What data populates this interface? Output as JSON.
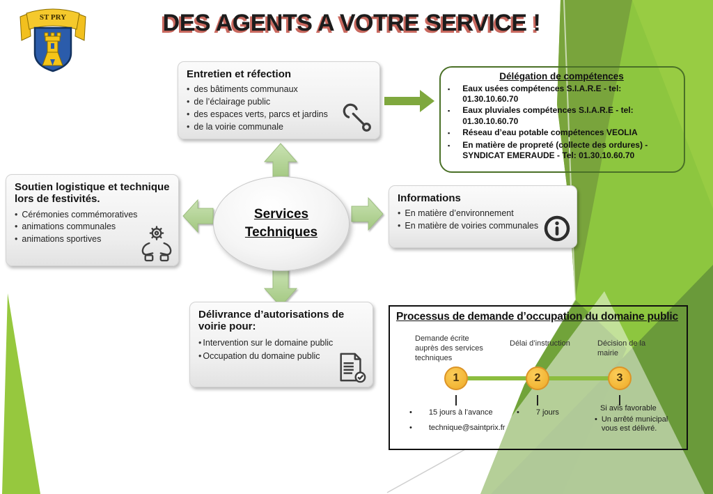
{
  "slide": {
    "title": "DES AGENTS A VOTRE SERVICE !"
  },
  "logo": {
    "banner_text": "ST PRY"
  },
  "hub": {
    "line1": "Services",
    "line2": "Techniques"
  },
  "boxes": {
    "entretien": {
      "title": "Entretien et réfection",
      "icon": "wrench-icon",
      "items": [
        "des bâtiments communaux",
        "de l’éclairage public",
        "des espaces verts, parcs et jardins",
        "de la voirie communale"
      ]
    },
    "soutien": {
      "title": "Soutien logistique et technique lors de festivités.",
      "icon": "hands-gear-icon",
      "items": [
        "Cérémonies commémoratives",
        "animations communales",
        "animations sportives"
      ]
    },
    "informations": {
      "title": "Informations",
      "icon": "info-icon",
      "items": [
        "En matière d’environnement",
        "En matière de voiries communales"
      ]
    },
    "delivrance": {
      "title": "Délivrance d’autorisations de voirie pour:",
      "icon": "document-check-icon",
      "items": [
        "Intervention sur le domaine public",
        "Occupation du domaine public"
      ]
    }
  },
  "delegation": {
    "title": "Délégation de compétences",
    "items": [
      "Eaux usées compétences S.I.A.R.E - tel: 01.30.10.60.70",
      "Eaux pluviales compétences S.I.A.R.E - tel: 01.30.10.60.70",
      "Réseau d’eau potable compétences VEOLIA",
      "En matière de propreté (collecte des ordures) - SYNDICAT EMERAUDE - Tel: 01.30.10.60.70"
    ]
  },
  "processus": {
    "title": "Processus de demande d’occupation du domaine public",
    "steps": [
      {
        "number": "1",
        "label": "Demande écrite auprès des services techniques",
        "notes": [
          "15 jours à l’avance",
          "technique@saintprix.fr"
        ]
      },
      {
        "number": "2",
        "label": "Délai d’instruction",
        "notes": [
          "7 jours"
        ]
      },
      {
        "number": "3",
        "label": "Décision de la mairie",
        "intro": "Si avis favorable",
        "notes": [
          "Un arrêté municipal vous est délivré."
        ]
      }
    ]
  },
  "colors": {
    "accent_green": "#8dc63f",
    "olive_green": "#79a43c",
    "dark_green_border": "#4a7027",
    "light_arrow_green": "#b6d79b",
    "step_circle_orange": "#f4b93a",
    "title_shadow_red": "#c9695f",
    "shield_blue": "#2b5cab",
    "banner_gold": "#f2c01e"
  }
}
